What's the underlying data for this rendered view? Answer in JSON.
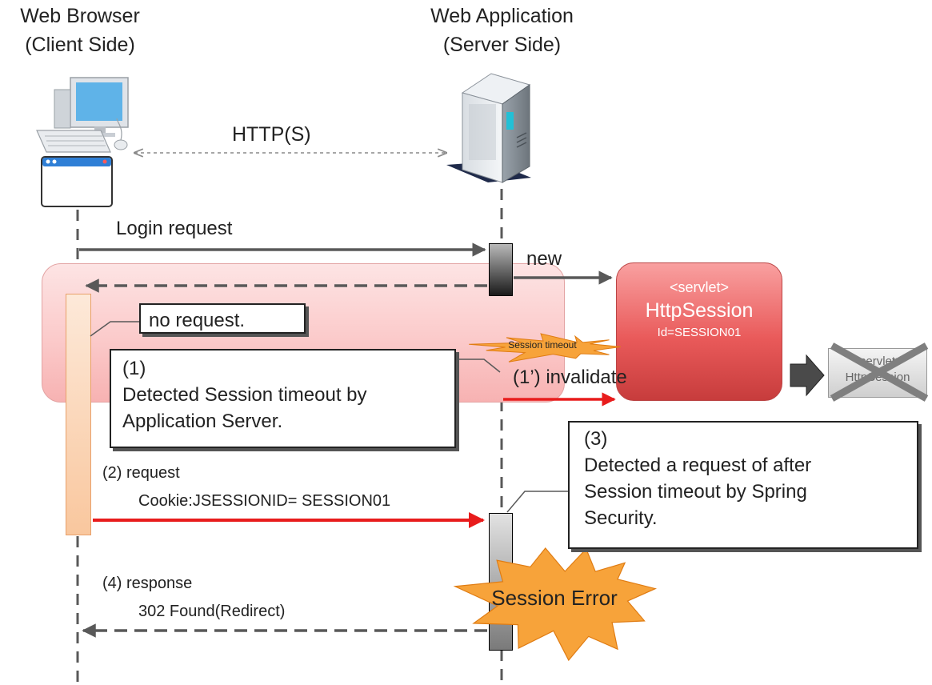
{
  "headers": {
    "client_title": "Web Browser",
    "client_sub": "(Client Side)",
    "server_title": "Web Application",
    "server_sub": "(Server Side)"
  },
  "protocol": "HTTP(S)",
  "messages": {
    "login": "Login request",
    "new": "new",
    "invalidate": "(1’) invalidate",
    "req_label": "(2) request",
    "req_cookie": "Cookie:JSESSIONID= SESSION01",
    "resp_label": "(4)  response",
    "resp_status": "302 Found(Redirect)"
  },
  "notes": {
    "no_request": "no request.",
    "n1_num": "(1)",
    "n1_l1": "Detected Session timeout by",
    "n1_l2": "Application Server.",
    "n3_num": "(3)",
    "n3_l1": "Detected a request of after",
    "n3_l2": "Session timeout by Spring",
    "n3_l3": "Security."
  },
  "session": {
    "tag": "<servlet>",
    "name": "HttpSession",
    "id": "Id=SESSION01",
    "timeout_burst": "Session timeout",
    "dead_l1": "<servlet>",
    "dead_l2": "HttpSession"
  },
  "error_burst": "Session Error",
  "colors": {
    "request_arrow": "#e81c1c",
    "flow_arrow": "#595959",
    "burst_fill": "#f7a33a",
    "session_red": "#e05252"
  },
  "icons": {
    "client": "desktop-computer-icon",
    "browser": "browser-window-icon",
    "server": "server-tower-icon"
  }
}
